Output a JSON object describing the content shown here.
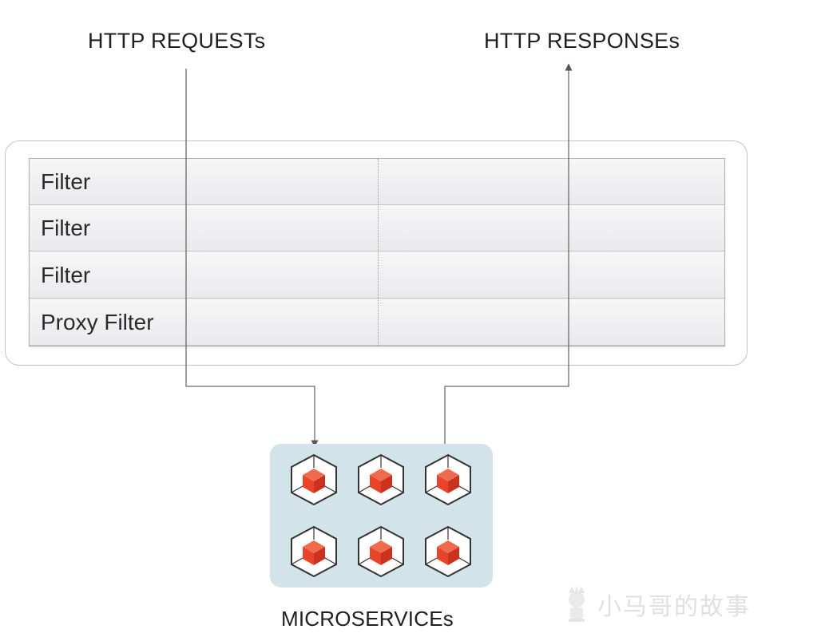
{
  "labels": {
    "requests": "HTTP REQUESTs",
    "responses": "HTTP RESPONSEs",
    "microservices": "MICROSERVICEs"
  },
  "filters": [
    {
      "label": "Filter"
    },
    {
      "label": "Filter"
    },
    {
      "label": "Filter"
    },
    {
      "label": "Proxy Filter"
    }
  ],
  "microservice_icons": [
    "cube-icon",
    "cube-icon",
    "cube-icon",
    "cube-icon",
    "cube-icon",
    "cube-icon"
  ],
  "watermark": {
    "text": "小马哥的故事",
    "icon": "mascot-logo-icon"
  },
  "colors": {
    "cube_accent": "#e8432b",
    "microservices_bg": "#d3e3ea",
    "frame_border": "#b9c6cf"
  }
}
